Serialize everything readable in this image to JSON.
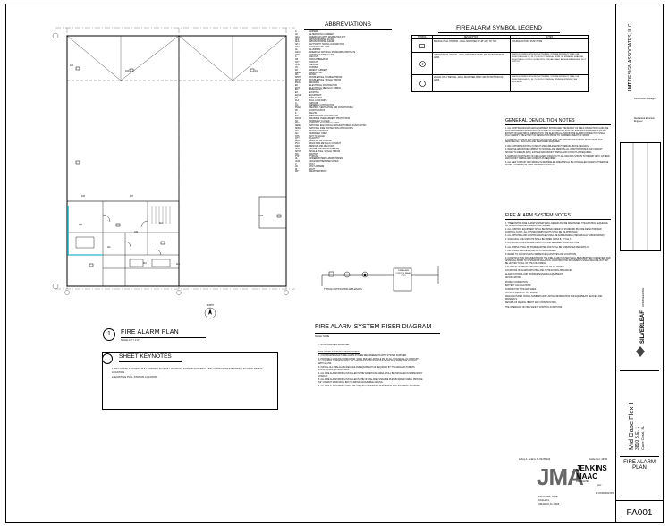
{
  "plan": {
    "title": "FIRE ALARM PLAN",
    "scale": "SCALE: 1/8\" = 1'-0\"",
    "bubble_num": "1",
    "north_label": "NORTH",
    "riser_caption": "TYPICAL NOTIFICATION APPLIANCES",
    "room_tags": [
      "102",
      "103",
      "104",
      "106",
      "107",
      "108",
      "109",
      "110",
      "111",
      "112",
      "113",
      "FACP"
    ]
  },
  "abbreviations": {
    "title": "ABBREVIATIONS",
    "rows": [
      [
        "A",
        "AMPERE"
      ],
      [
        "AC",
        "ALTERNATING CURRENT"
      ],
      [
        "ADA",
        "AMERICANS WITH DISABILITIES ACT"
      ],
      [
        "AFF",
        "ABOVE FINISHED FLOOR"
      ],
      [
        "AFG",
        "ABOVE FINISHED GRADE"
      ],
      [
        "AHJ",
        "AUTHORITY HAVING JURISDICTION"
      ],
      [
        "AHU",
        "AIR HANDLING UNIT"
      ],
      [
        "AL",
        "ALUMINUM"
      ],
      [
        "ANSI",
        "AMERICAN NATIONAL STANDARDS INSTITUTE"
      ],
      [
        "AWG",
        "AMERICAN WIRE GAUGE"
      ],
      [
        "C",
        "CELCIUS"
      ],
      [
        "CB",
        "CIRCUIT BREAKER"
      ],
      [
        "CKT",
        "CIRCUIT"
      ],
      [
        "CLG",
        "CEILING"
      ],
      [
        "CU",
        "COPPER"
      ],
      [
        "DC",
        "DIRECT CURRENT"
      ],
      [
        "DEMO",
        "DEMOLITION"
      ],
      [
        "DN",
        "DOWN"
      ],
      [
        "DPDT",
        "DOUBLE POLE, DOUBLE THROW"
      ],
      [
        "DPST",
        "DOUBLE POLE, SINGLE THROW"
      ],
      [
        "DWG",
        "DRAWING"
      ],
      [
        "EC",
        "ELECTRICAL CONTRACTOR"
      ],
      [
        "EMT",
        "ELECTRICAL METALLIC TUBING"
      ],
      [
        "EM",
        "EMERGENCY"
      ],
      [
        "EX",
        "EXISTING"
      ],
      [
        "EQUIP",
        "EQUIPMENT"
      ],
      [
        "FA",
        "FIRE ALARM"
      ],
      [
        "FLA",
        "FULL LOAD AMPS"
      ],
      [
        "G",
        "GROUND"
      ],
      [
        "GC",
        "GENERAL CONTRACTOR"
      ],
      [
        "HVAC",
        "HEATING, VENTILATING, AIR CONDITIONING"
      ],
      [
        "JB",
        "JUNCTION BOX"
      ],
      [
        "K",
        "KELVIN"
      ],
      [
        "MC",
        "MECHANICAL CONTRACTOR"
      ],
      [
        "MOCP",
        "MAXIMUM OVERCURRENT PROTECTION"
      ],
      [
        "NC",
        "NORMALLY CLOSED"
      ],
      [
        "NEC",
        "NATIONAL ELECTRICAL CODE"
      ],
      [
        "NEMA",
        "NATIONAL ELECTRICAL MANUFACTURERS ASSOCIATION"
      ],
      [
        "NFPA",
        "NATIONAL FIRE PROTECTION ASSOCIATION"
      ],
      [
        "NIC",
        "NOT IN CONTRACT"
      ],
      [
        "NO",
        "NORMALLY OPEN"
      ],
      [
        "NTS",
        "NOT TO SCALE"
      ],
      [
        "QTY",
        "QUANTITY"
      ],
      [
        "RMC",
        "RIGID METAL CONDUIT"
      ],
      [
        "PVC",
        "RIGID NON-METALLIC CONDUIT"
      ],
      [
        "R&R",
        "REMOVE AND RELOCATE"
      ],
      [
        "SPD",
        "SURGE PROTECTION DEVICE"
      ],
      [
        "SPST",
        "SINGLE POLE, SINGLE THROW"
      ],
      [
        "SW",
        "SWITCH"
      ],
      [
        "TYP",
        "TYPICAL"
      ],
      [
        "UL",
        "UNDERWRITERS LABORATORIES"
      ],
      [
        "UON",
        "UNLESS OTHERWISE NOTED"
      ],
      [
        "V",
        "VOLT"
      ],
      [
        "VA",
        "VOLT-AMPERE"
      ],
      [
        "W",
        "WATT"
      ],
      [
        "WP",
        "WEATHERPROOF"
      ]
    ]
  },
  "symbol_legend": {
    "title": "FIRE ALARM SYMBOL LEGEND",
    "headers": [
      "SYMBOL",
      "DESCRIPTION",
      "NOTES"
    ],
    "rows": [
      {
        "desc": "MANUAL PULL STATION - WALL MOUNTED AT 48\" AFF TO TOP",
        "note": "DOUBLE ACTION, PUSH TYPE"
      },
      {
        "desc": "AUDIO/VISUAL DEVICE - WALL MOUNTED AT 80\" AFF TO BOTTOM OF LENS",
        "note": "WHITE HOUSING WITH RED LETTERING. STROBE INTENSITY SHALL BE SELECTABLE AS 15, 30, 75 OR 110 CANDELA. HORN OR SPEAKER SHALL BE SELECTABLE OUTPUT. HORN WITH STROBE SHALL BE 80dB MINIMUM AT 10 FT OUTPUT."
      },
      {
        "desc": "VISUAL ONLY DEVICE - WALL MOUNTED AT 80\" AFF TO BOTTOM OF LENS",
        "note": "WHITE HOUSING WITH RED LETTERING. STROBE INTENSITY SHALL BE SELECTABLE AS 15, 30, 75 OR 110 CANDELA, MINIMUM INTENSITY AS INDICATED."
      }
    ]
  },
  "demolition_notes": {
    "title": "GENERAL DEMOLITION NOTES",
    "items": [
      "1. ALL EXISTING DEVICES AND EQUIPMENT SHOWN ARE THE RESULT OF FIELD INSPECTIONS AND ARE NOT INTENDED TO REPRESENT EXACT FIELD CONDITIONS, BUT ARE INTENDED TO REPRESENT THE EXTENT OF ELECTRICAL DEMOLITION. THE ELECTRICAL AND/OR FIRE ALARM CONTRACTOR SHALL FULLY VERIFY THE EXTENT OF DEMOLITION PRIOR TO COMMENCEMENT OF WORK.",
      "2. EXISTING CONDUIT AND WIRING TO REMAIN SHALL BE PROTECTED DURING DEMOLITION AND REMODELING. RELOCATE AND REWORK IF REQUIRED.",
      "3. RE-SUPPORT EXISTING CONDUIT AND CABLES WHICH REMAIN ABOVE CEILINGS.",
      "4. REMOVE ABANDONED WIRING TO SOURCE AND REMOVE ALL JUNCTION BOXES AND CONDUIT SHOWN TO REMAIN (ETC). EXTEND AND MODIFY WIRING AND CONDUIT AS REQUIRED.",
      "5. MAINTAIN CONTINUITY OF FIRE ALARM CIRCUITS TO ALL DEVICES SHOWN TO REMAIN (ETC). EXTEND AND MODIFY WIRING AND CONDUIT AS REQUIRED.",
      "6. ALL NEW CONDUIT AND WIRING IN REMODELED AREAS SHALL BE CONCEALED UNLESS OTHERWISE NOTED. COORDINATE WITH ARCHITECT IN FIELD."
    ]
  },
  "system_notes": {
    "title": "FIRE ALARM SYSTEM NOTES",
    "items": [
      "1. THE EXISTING FIRE ALARM SYSTEM SHALL REMAIN AND BE MAINTAINED. THE EXISTING SEQUENCE OF OPERATION SHALL REMAIN UNCHANGED.",
      "2. ALL CONTROL EQUIPMENT SHALL BE LISTED UNDER UL STANDARD 864 FIRE DETECTION AND CONTROL (UOJZ). ALL SYSTEM COMPONENTS SHALL BE FM APPROVED.",
      "3. ALL INITIATING AND CONTROL DEVICES SHALL BE ADDRESSABLE (INDIVIDUALLY ANNUNCIATED).",
      "4. SIGNALING LINE CIRCUITS SHALL BE WIRED CLASS B, STYLE 4.",
      "5. NOTIFICATION APPLIANCE CIRCUITS SHALL BE WIRED CLASS B, STYLE Y.",
      "6. ALL WIRING SHALL BE POWER LIMITED AND SHALL BE SUPERVISED PER NFPA 72.",
      "7. ALL VISUAL DEVICES SHALL BE SYNCHRONIZED.",
      "8. REFER TO FLOOR PLANS FOR DEVICE QUANTITIES AND LOCATIONS.",
      "9. CONSTRUCTION DOCUMENTS FOR THE FIRE ALARM SYSTEM SHALL BE SUBMITTED FOR REVIEW AND APPROVAL PRIOR TO SYSTEM INSTALLATION. CONSTRUCTION DOCUMENTS SHALL INCLUDE, BUT NOT BE LIMITED TO, ALL OF THE FOLLOWING:",
      "A FLOOR PLAN WHICH INDICATES THE USE OF ALL ROOMS.",
      "LOCATIONS OF ALARM-INITIATING AND NOTIFICATION APPLIANCES.",
      "ALARM CONTROL AND TROUBLE SIGNALING EQUIPMENT.",
      "ANNUNCIATION.",
      "POWER CONNECTION.",
      "BATTERY CALCULATIONS.",
      "CONDUCTOR TYPE AND SIZES.",
      "VOLTAGE DROP CALCULATIONS.",
      "MANUFACTURER, MODEL NUMBERS AND LISTING INFORMATION FOR EQUIPMENT, DEVICES AND MATERIALS.",
      "DETAILS OF CEILING HEIGHT AND CONSTRUCTION.",
      "THE INTERFACE OF FIRE SAFETY CONTROL FUNCTIONS."
    ]
  },
  "riser": {
    "title": "FIRE ALARM SYSTEM RISER DIAGRAM",
    "scale": "SCALE: NONE",
    "devices_label": "TYPICAL DEVICES INDICATED",
    "panel_label": "FIRE ALARM CONTROL PANEL (ETC)",
    "notes_title": "FIRE ALARM SYSTEM GENERAL NOTES:",
    "notes": [
      "1. COORDINATE EXACT FIRE ALARM SYSTEM REQUIREMENTS WITH SYSTEM SUPPLIER.",
      "2. PROVIDE A GROUND CONDUCTOR, SIZED PER NEC ARTICLE 250, IN ALL NON-METALLIC CONDUITS. ALL CONTROL CABINETS SHALL BE GROUNDED PER MANUFACTURERS REQUIREMENTS AND NEC ARTICLE 250.",
      "3. INSTALL ALL FIRE ALARM DEVICES AND EQUIPMENT AS REQUIRED BY THE MANUFACTURER'S INSTALLATION INSTRUCTIONS.",
      "4. ALL FIRE ALARM WIRING INSTALLED IN THE WAREHOUSE AREA SHALL BE INSTALLED IN MINIMUM 3/4\" CONDUIT.",
      "5. ALL FIRE ALARM WIRING INSTALLED IN THE OFFICE AREA SHALL BE PLENUM RATED CABLE. PROVIDE 3/4\" CONDUIT FROM WALL BOX TO ABOVE ACCESSIBLE CEILING.",
      "6. ALL FIRE ALARM WIRING SHALL BE UNIQUELY IDENTIFIED AT TERMINAL AND JUNCTION LOCATIONS."
    ]
  },
  "keynotes": {
    "title": "SHEET KEYNOTES",
    "items": [
      "1. RELOCATE EXISTING PULL STATION TO THIS LOCATION. EXTEND EXISTING FIRE ALARM SYSTEM WIRING TO NEW DEVICE LOCATION.",
      "2. EXISTING PULL STATION LOCATION."
    ]
  },
  "engineer": {
    "logo": "JMA",
    "name_line1": "JENKINS",
    "name_line2": "MAAC",
    "name_line3": "ASSOCIATES",
    "name_line4": "LLC",
    "signer": "Jeffrey A. Jenkins, FL PE #51103",
    "florida_cert": "Florida Cert.: 29784",
    "address1": "100 CHERRY LANE",
    "address2": "OCALA, FL",
    "address3": "ORLANDO, FL 33606",
    "cert_stamp": "P. COORDINATION"
  },
  "titleblock": {
    "firm_top": "DESIGN ASSOCIATES, LLC",
    "firm_code": "LMT",
    "contact1": "Construction Manager",
    "contact2": "Mechanical Electrical Engineer",
    "silverleaf_line1": "SILVERLEAF",
    "silverleaf_line2": "ENGINEERING",
    "project_name": "Mid Cape Flex I",
    "project_address1": "3810 S.E. 1",
    "project_address2": "Cape Coral, FL",
    "sheet_title_1": "FIRE ALARM",
    "sheet_title_2": "PLAN",
    "sheet_number": "FA001"
  }
}
